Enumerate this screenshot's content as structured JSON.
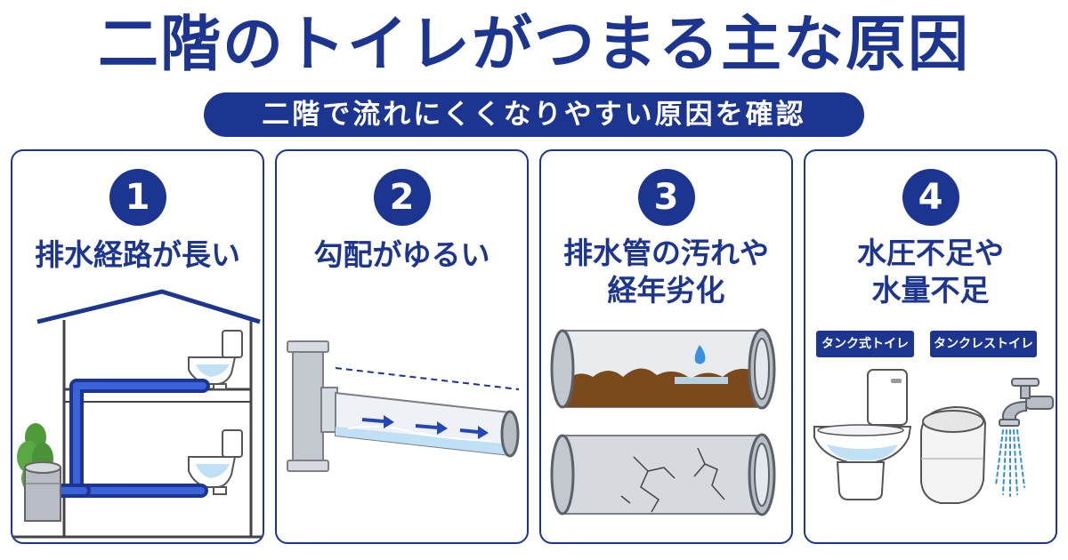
{
  "header": {
    "title": "二階のトイレがつまる主な原因",
    "subtitle": "二階で流れにくくなりやすい原因を確認"
  },
  "cards": [
    {
      "number": "1",
      "title_lines": [
        "排水経路が長い"
      ]
    },
    {
      "number": "2",
      "title_lines": [
        "勾配がゆるい"
      ]
    },
    {
      "number": "3",
      "title_lines": [
        "排水管の汚れや",
        "経年劣化"
      ]
    },
    {
      "number": "4",
      "title_lines": [
        "水圧不足や",
        "水量不足"
      ],
      "tags": [
        "タンク式トイレ",
        "タンクレストイレ"
      ]
    }
  ],
  "colors": {
    "navy": "#1b3591",
    "pipe_blue": "#2346b8",
    "water": "#bfe0f5",
    "pipe_gray": "#b8bcc4",
    "dirt": "#7a4a1c",
    "bush": "#4f9b3a"
  }
}
